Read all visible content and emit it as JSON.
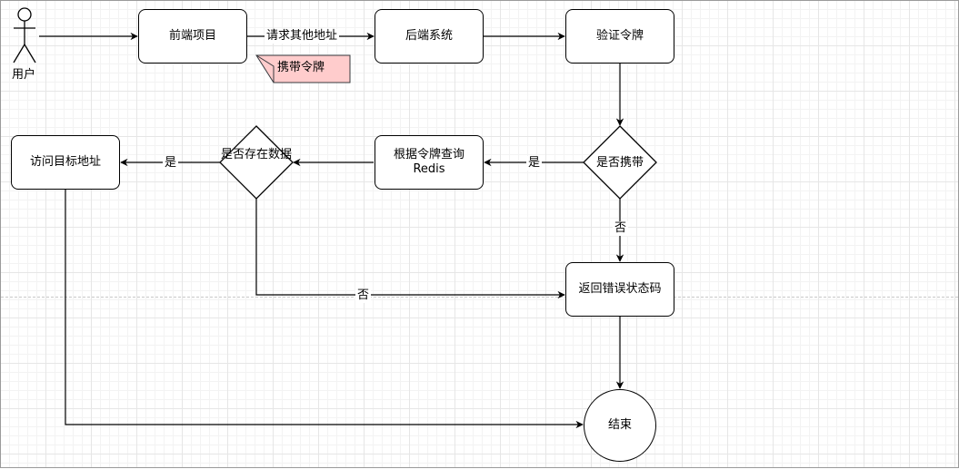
{
  "diagram": {
    "actor": {
      "label": "用户"
    },
    "nodes": {
      "frontend": "前端项目",
      "backend": "后端系统",
      "verify_token": "验证令牌",
      "has_token": "是否携带",
      "query_redis": "根据令牌查询Redis",
      "data_exists": "是否存在数据",
      "visit_target": "访问目标地址",
      "return_error": "返回错误状态码",
      "end": "结束"
    },
    "note": "携带令牌",
    "edge_labels": {
      "request_other": "请求其他地址",
      "has_token_yes": "是",
      "has_token_no": "否",
      "data_exists_yes": "是",
      "data_exists_no": "否"
    },
    "colors": {
      "note_fill": "#ffcccc",
      "note_stroke": "#36393d",
      "stroke": "#000000",
      "grid": "#e6e6e6"
    }
  }
}
